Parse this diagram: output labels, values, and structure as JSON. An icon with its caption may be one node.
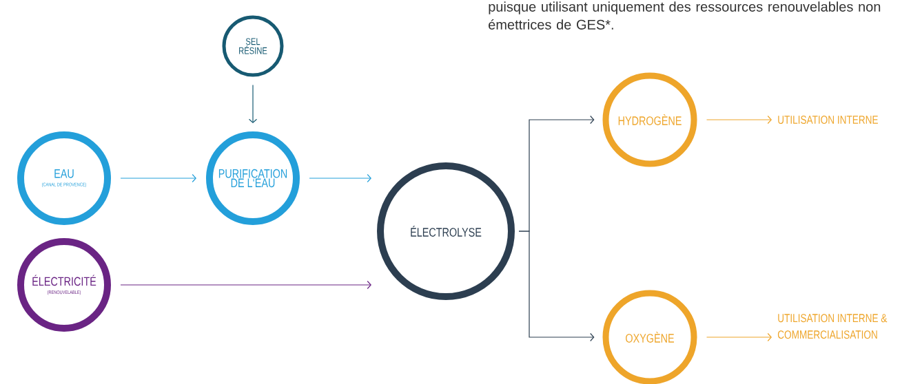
{
  "diagram": {
    "nodes": [
      {
        "text": [
          "SEL RÉSINE"
        ]
      },
      {
        "text": [
          "EAU",
          "(CANAL DE PROVENCE)"
        ]
      },
      {
        "text": [
          "PURIFICATION DE L‘EAU"
        ]
      },
      {
        "text": [
          "ÉLECTRICITÉ",
          "(RENOUVELABLE)"
        ]
      },
      {
        "text": [
          "ÉLECTROLYSE"
        ]
      },
      {
        "text": [
          "HYDROGÈNE"
        ]
      },
      {
        "text": [
          "UTILISATION INTERNE"
        ]
      },
      {
        "text": [
          "OXYGÈNE"
        ]
      },
      {
        "text": [
          "UTILISATION INTERNE & COMMERCIALISATION"
        ]
      }
    ],
    "edges": [
      {
        "from": 0,
        "to": 2,
        "arrow": "to",
        "color": "#175a72"
      },
      {
        "from": 1,
        "to": 2,
        "arrow": "to",
        "color": "#239fda"
      },
      {
        "from": 2,
        "to": 4,
        "arrow": "to",
        "color": "#239fda"
      },
      {
        "from": 3,
        "to": 4,
        "arrow": "to",
        "color": "#6a2484"
      },
      {
        "from": 4,
        "to": 5,
        "arrow": "to",
        "color": "#2c3e50"
      },
      {
        "from": 4,
        "to": 7,
        "arrow": "to",
        "color": "#2c3e50"
      },
      {
        "from": 5,
        "to": 6,
        "arrow": "to",
        "color": "#eea52a"
      },
      {
        "from": 7,
        "to": 8,
        "arrow": "to",
        "color": "#eea52a"
      }
    ],
    "labels": [
      "puisque utilisant uniquement des ressources renouvelables non émettrices de GES*."
    ]
  }
}
